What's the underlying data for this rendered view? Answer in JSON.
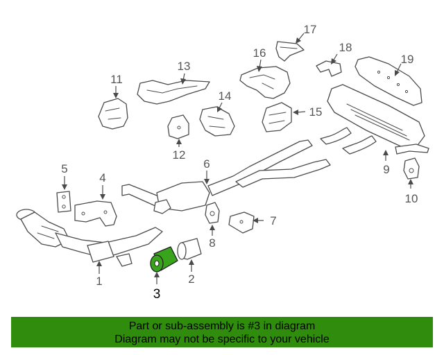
{
  "diagram": {
    "highlight_color": "#3aa31c",
    "highlighted_callout": "3",
    "callouts": [
      "1",
      "2",
      "3",
      "4",
      "5",
      "6",
      "7",
      "8",
      "9",
      "10",
      "11",
      "12",
      "13",
      "14",
      "15",
      "16",
      "17",
      "18",
      "19"
    ]
  },
  "banner": {
    "line1": "Part or sub-assembly is #3 in diagram",
    "line2": "Diagram may not be specific to your vehicle",
    "background_color": "#2f8c0c"
  }
}
